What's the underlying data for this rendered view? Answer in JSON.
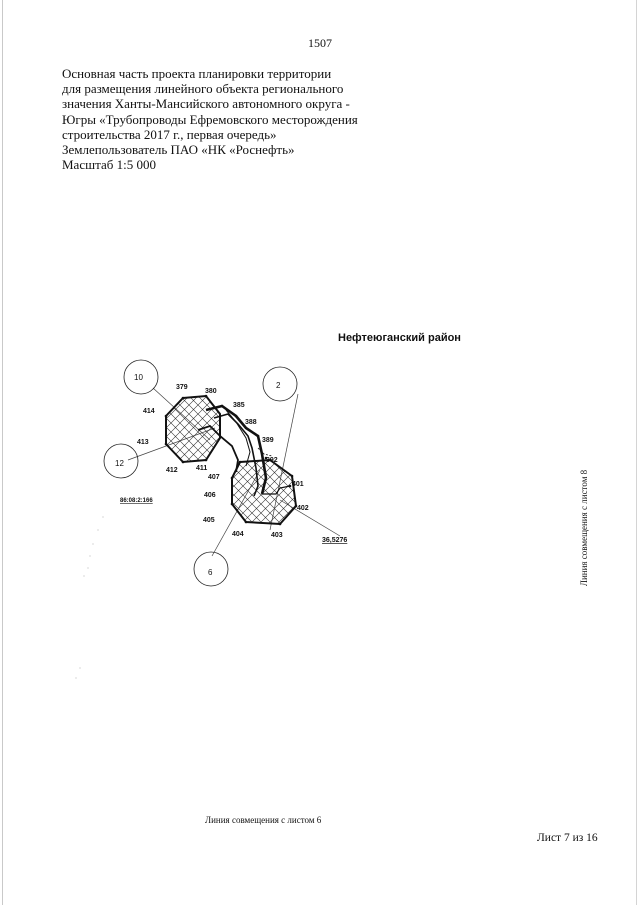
{
  "page": {
    "number": "1507"
  },
  "header": {
    "lines": [
      "Основная часть проекта планировки территории",
      "для размещения линейного объекта регионального",
      "значения Ханты-Мансийского автономного округа -",
      "Югры «Трубопроводы Ефремовского месторождения",
      "строительства 2017 г., первая очередь»",
      "Землепользователь ПАО «НК «Роснефть»",
      "Масштаб 1:5 000"
    ]
  },
  "map": {
    "district": "Нефтеюганский район",
    "circle_labels": [
      "10",
      "2",
      "12",
      "6"
    ],
    "point_labels": [
      "379",
      "380",
      "385",
      "388",
      "389",
      "392",
      "401",
      "402",
      "403",
      "404",
      "405",
      "406",
      "407",
      "411",
      "412",
      "413",
      "414"
    ],
    "cadastral_block": "86:08:2:166",
    "measurement": "36,5276",
    "match_line_right": "Линия совмещения с листом 8",
    "match_line_bottom": "Линия совмещения с листом 6"
  },
  "footer": {
    "sheet": "Лист 7 из 16"
  }
}
